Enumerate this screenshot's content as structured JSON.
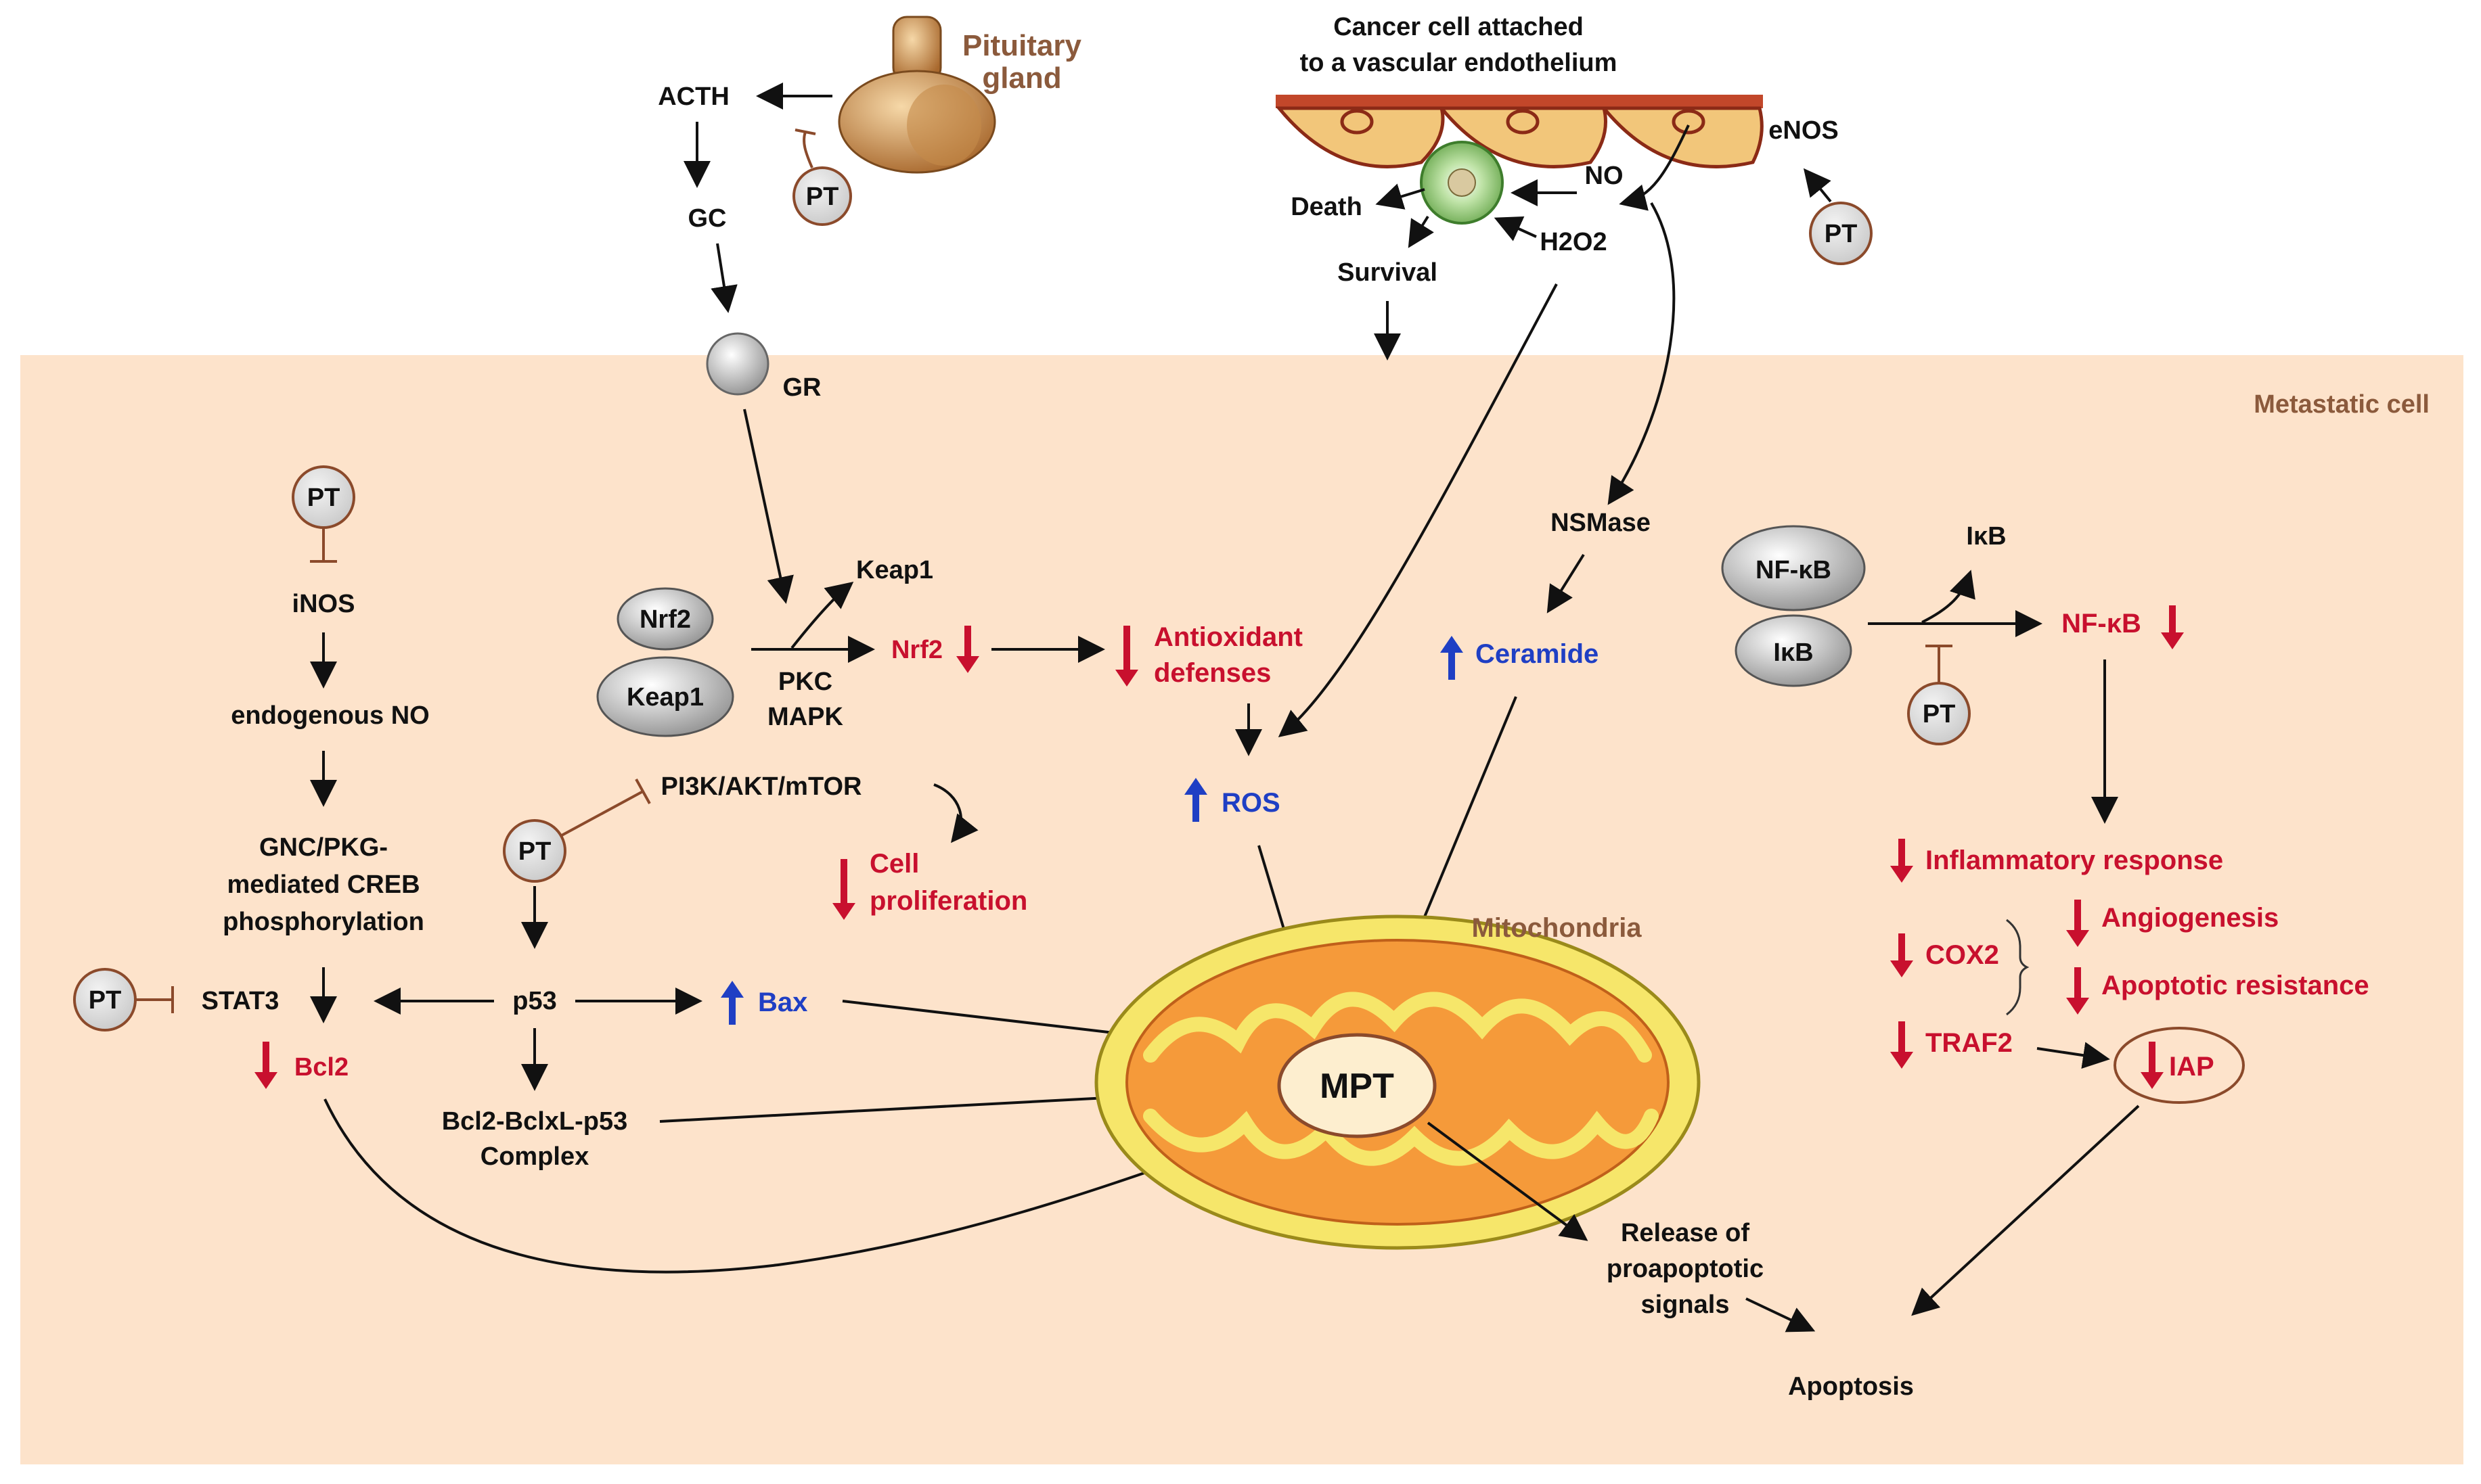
{
  "labels": {
    "pituitary": [
      "Pituitary",
      "gland"
    ],
    "acth": "ACTH",
    "gc": "GC",
    "gr": "GR",
    "pt": "PT",
    "cancer_cell": [
      "Cancer cell attached",
      "to a vascular endothelium"
    ],
    "enos": "eNOS",
    "no": "NO",
    "h2o2": "H2O2",
    "death": "Death",
    "survival": "Survival",
    "metastatic_cell": "Metastatic cell",
    "inos": "iNOS",
    "endogenous_no": "endogenous NO",
    "gnc": [
      "GNC/PKG-",
      "mediated CREB",
      "phosphorylation"
    ],
    "stat3": "STAT3",
    "bcl2": "Bcl2",
    "nrf2": "Nrf2",
    "keap1": "Keap1",
    "pkc": "PKC",
    "mapk": "MAPK",
    "nrf2_red": "Nrf2",
    "antioxidant": [
      "Antioxidant",
      "defenses"
    ],
    "ros": "ROS",
    "pi3k": "PI3K/AKT/mTOR",
    "cell_prolif": [
      "Cell",
      "proliferation"
    ],
    "p53": "p53",
    "bax": "Bax",
    "complex": [
      "Bcl2-BclxL-p53",
      "Complex"
    ],
    "nsmase": "NSMase",
    "ceramide": "Ceramide",
    "mitochondria": "Mitochondria",
    "mpt": "MPT",
    "release": [
      "Release of",
      "proapoptotic",
      "signals"
    ],
    "apoptosis": "Apoptosis",
    "nfkb": "NF-κB",
    "ikb": "IκB",
    "nfkb_red": "NF-κB",
    "inflammatory": "Inflammatory response",
    "cox2": "COX2",
    "angiogenesis": "Angiogenesis",
    "apoptotic_resistance": "Apoptotic resistance",
    "traf2": "TRAF2",
    "iap": "IAP"
  },
  "colors": {
    "cell_fill": "#fde3cb",
    "red": "#c8102e",
    "blue": "#1f3fc4",
    "mito_outer": "#f6e66a",
    "mito_inner": "#f59a3a"
  }
}
